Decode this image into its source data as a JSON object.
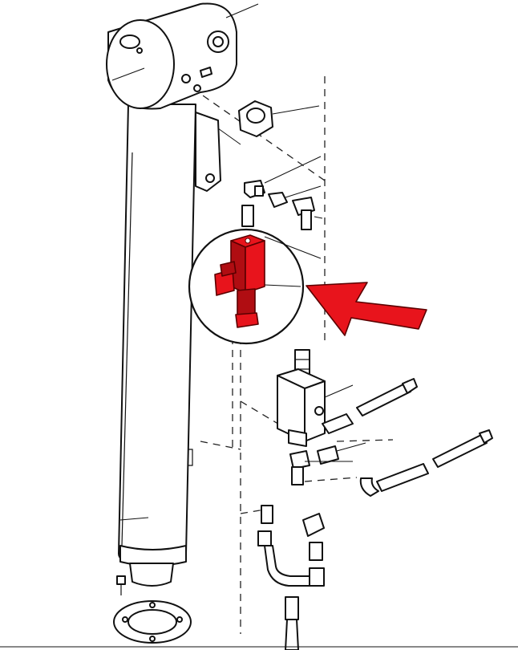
{
  "diagram": {
    "type": "exploded-parts-drawing",
    "highlight_color": "#e8141c",
    "highlight_dark": "#b00d12",
    "line_color": "#111111",
    "background": "#ffffff",
    "highlighted_part": "solenoid-valve",
    "pointer": "red-arrow"
  }
}
